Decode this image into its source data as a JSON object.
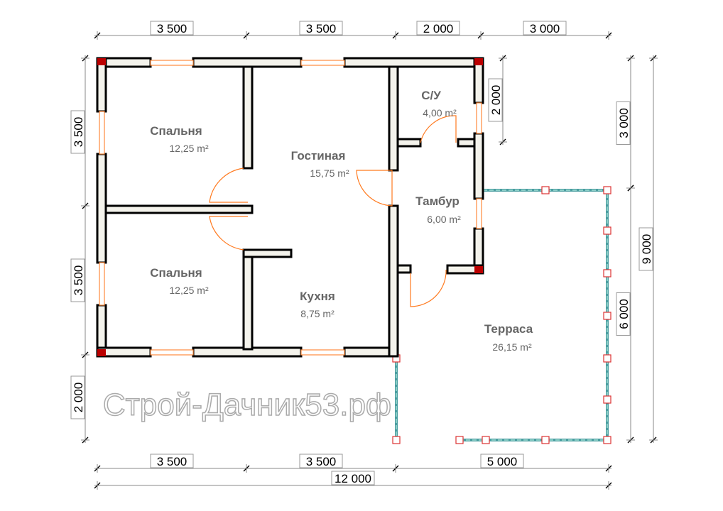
{
  "dimensions": {
    "top": [
      "3 500",
      "3 500",
      "2 000",
      "3 000"
    ],
    "bottom": [
      "3 500",
      "3 500",
      "5 000"
    ],
    "total": "12 000",
    "left": [
      "3 500",
      "3 500",
      "2 000"
    ],
    "right_su": "2 000",
    "right_upper": "3 000",
    "right_terrace": "6 000",
    "right_total": "9 000"
  },
  "rooms": [
    {
      "name": "Спальня",
      "area": "12,25 m²"
    },
    {
      "name": "Гостиная",
      "area": "15,75 m²"
    },
    {
      "name": "С/У",
      "area": "4,00 m²"
    },
    {
      "name": "Тамбур",
      "area": "6,00 m²"
    },
    {
      "name": "Спальня",
      "area": "12,25 m²"
    },
    {
      "name": "Кухня",
      "area": "8,75 m²"
    },
    {
      "name": "Терраса",
      "area": "26,15 m²"
    }
  ],
  "watermark": "Строй-Дачник53.рф",
  "colors": {
    "wall_fill": "#f4f3ec",
    "window": "#ff8a3d",
    "terrace": "#4a9da0"
  }
}
